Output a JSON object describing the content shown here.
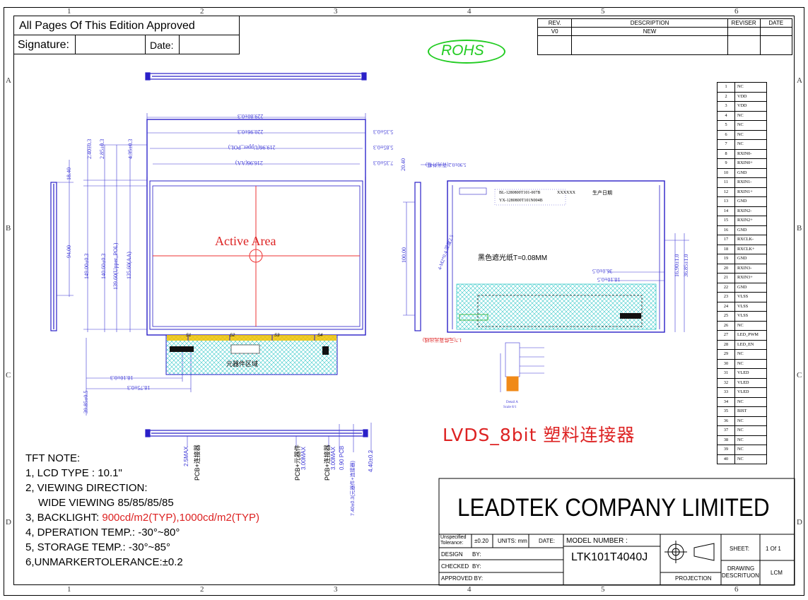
{
  "border": {
    "cols": [
      "1",
      "2",
      "3",
      "4",
      "5",
      "6"
    ],
    "rows": [
      "A",
      "B",
      "C",
      "D"
    ]
  },
  "approval": {
    "title": "All Pages Of This Edition Approved",
    "signature_label": "Signature:",
    "date_label": "Date:"
  },
  "rohs": "ROHS",
  "revision": {
    "headers": [
      "REV.",
      "DESCRIPTION",
      "REVISER",
      "DATE"
    ],
    "rows": [
      [
        "V0",
        "NEW",
        "",
        ""
      ]
    ]
  },
  "front_view": {
    "active_area_label": "Active  Area",
    "dims_top": [
      "229.80±0.3",
      "220.96±0.3",
      "219.96(Upper_POL)",
      "216.96(AA)"
    ],
    "dims_right_top": [
      "5.35±0.3",
      "5.85±0.3",
      "7.35±0.3"
    ],
    "dims_left": [
      "2.40±0.3",
      "2.85±0.3",
      "4.35±0.3",
      "149.00±0.3",
      "140.60±0.3",
      "139.60(Upper_POL)",
      "135.60(AA)"
    ],
    "side_dims": [
      "18.40",
      "94.00"
    ],
    "pcb_zone_label": "元器件区域",
    "socket_labels": [
      "S1",
      "S2",
      "S3",
      "S4"
    ],
    "dims_bottom": [
      "18.10±0.3",
      "18.75±0.3",
      "39.85±0.5"
    ]
  },
  "side_profile": {
    "labels": [
      "2.5MAX",
      "PCB+连接器",
      "PCB+元器件",
      "3.00MAX",
      "PCB+连接器",
      "3.00MAX",
      "0.90  PCB",
      "4.40±0.2",
      "7.40±0.3(元器件+连接器)"
    ]
  },
  "rear_view": {
    "dim_top": "20.40",
    "dim_top_note": "5.90±0.2(背光外框)",
    "dim_left": "100.00",
    "label_lines": [
      "BL-1280800T101-007B",
      "YX-1280800T101N004B"
    ],
    "xxxxxx": "XXXXXX",
    "date_label": "生产日期",
    "film_label": "黑色遮光纸T=0.08MM",
    "dims_right": [
      "16.90±1.0",
      "36.85±1.0"
    ],
    "dims_conn": [
      "36.0±0.5",
      "18.10±0.5"
    ],
    "dim_bottom": "1.7(元件背光出线)",
    "screw_label": "4-M2*0.4 深度2.5"
  },
  "detail": {
    "title": "Detail A",
    "scale": "Scale 8/1"
  },
  "connector_note": "LVDS_8bit  塑料连接器",
  "tft_note": {
    "title": "TFT NOTE:",
    "line1": "1, LCD TYPE : 10.1\"",
    "line2": "2, VIEWING DIRECTION:",
    "line3": "WIDE VIEWING 85/85/85/85",
    "line4_prefix": "3, BACKLIGHT: ",
    "line4_value": "900cd/m2(TYP),1000cd/m2(TYP)",
    "line5": "4, DPERATION TEMP.: -30°~80°",
    "line6": "5, STORAGE TEMP.: -30°~85°",
    "line7": "6,UNMARKERTOLERANCE:±0.2"
  },
  "pins": [
    [
      "1",
      "NC"
    ],
    [
      "2",
      "VDD"
    ],
    [
      "3",
      "VDD"
    ],
    [
      "4",
      "NC"
    ],
    [
      "5",
      "NC"
    ],
    [
      "6",
      "NC"
    ],
    [
      "7",
      "NC"
    ],
    [
      "8",
      "RXIN0-"
    ],
    [
      "9",
      "RXIN0+"
    ],
    [
      "10",
      "GND"
    ],
    [
      "11",
      "RXIN1-"
    ],
    [
      "12",
      "RXIN1+"
    ],
    [
      "13",
      "GND"
    ],
    [
      "14",
      "RXIN2-"
    ],
    [
      "15",
      "RXIN2+"
    ],
    [
      "16",
      "GND"
    ],
    [
      "17",
      "RXCLK-"
    ],
    [
      "18",
      "RXCLK+"
    ],
    [
      "19",
      "GND"
    ],
    [
      "20",
      "RXIN3-"
    ],
    [
      "21",
      "RXIN3+"
    ],
    [
      "22",
      "GND"
    ],
    [
      "23",
      "VLSS"
    ],
    [
      "24",
      "VLSS"
    ],
    [
      "25",
      "VLSS"
    ],
    [
      "26",
      "NC"
    ],
    [
      "27",
      "LED_PWM"
    ],
    [
      "28",
      "LED_EN"
    ],
    [
      "29",
      "NC"
    ],
    [
      "30",
      "NC"
    ],
    [
      "31",
      "VLED"
    ],
    [
      "32",
      "VLED"
    ],
    [
      "33",
      "VLED"
    ],
    [
      "34",
      "NC"
    ],
    [
      "35",
      "BIST"
    ],
    [
      "36",
      "NC"
    ],
    [
      "37",
      "NC"
    ],
    [
      "38",
      "NC"
    ],
    [
      "39",
      "NC"
    ],
    [
      "40",
      "NC"
    ]
  ],
  "title_block": {
    "company": "LEADTEK COMPANY LIMITED",
    "unspec_tol_label": "Unspecified Tolerance:",
    "tol_value": "±0.20",
    "units_label": "UNITS: mm",
    "date_label": "DATE:",
    "design_label": "DESIGN",
    "checked_label": "CHECKED",
    "approved_label": "APPROVED BY:",
    "by_label": "BY:",
    "model_label": "MODEL NUMBER :",
    "model_value": "LTK101T4040J",
    "sheet_label": "SHEET:",
    "sheet_value": "1 Of 1",
    "drawing_desc_label": "DRAWING DESCRITUON:",
    "drawing_desc_value": "LCM",
    "projection_label": "PROJECTION"
  },
  "colors": {
    "outline_blue": "#2a20c8",
    "dim_blue": "#3b36d6",
    "hatch_cyan": "#36c9c9",
    "red": "#dd2222",
    "rohs_green": "#22cc22",
    "yellow": "#f2c200",
    "orange": "#f08a18"
  }
}
